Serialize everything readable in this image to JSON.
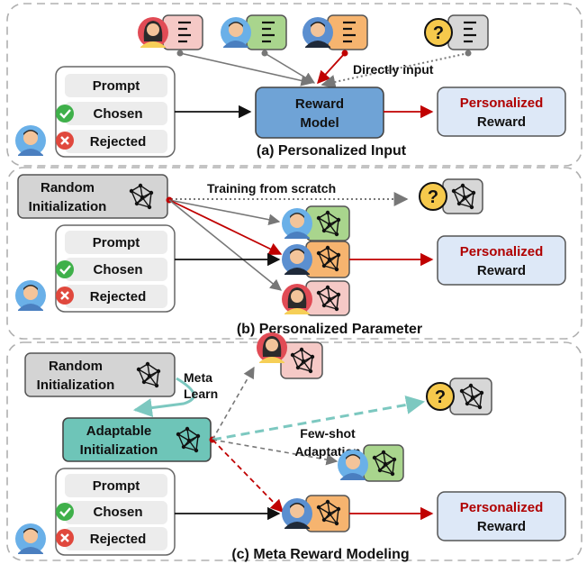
{
  "panels": [
    {
      "caption": "(a) Personalized Input",
      "prompt_label": "Prompt",
      "chosen_label": "Chosen",
      "rejected_label": "Rejected",
      "center_box": {
        "line1": "Reward",
        "line2": "Model"
      },
      "output_box": {
        "line1": "Personalized",
        "line2": "Reward"
      },
      "edge_label": "Directly input",
      "user_icons": [
        "woman-avatar-icon",
        "man-avatar-icon",
        "man-avatar-icon",
        "question-mark-icon"
      ],
      "icon_glyph": "document-lines-icon"
    },
    {
      "caption": "(b) Personalized Parameter",
      "prompt_label": "Prompt",
      "chosen_label": "Chosen",
      "rejected_label": "Rejected",
      "init_box": {
        "line1": "Random",
        "line2": "Initialization"
      },
      "output_box": {
        "line1": "Personalized",
        "line2": "Reward"
      },
      "edge_label": "Training from scratch",
      "icon_glyph": "network-graph-icon"
    },
    {
      "caption": "(c) Meta Reward Modeling",
      "prompt_label": "Prompt",
      "chosen_label": "Chosen",
      "rejected_label": "Rejected",
      "init_box": {
        "line1": "Random",
        "line2": "Initialization"
      },
      "adapt_box": {
        "line1": "Adaptable",
        "line2": "Initialization"
      },
      "output_box": {
        "line1": "Personalized",
        "line2": "Reward"
      },
      "meta_label": {
        "line1": "Meta",
        "line2": "Learn"
      },
      "fewshot_label": {
        "line1": "Few-shot",
        "line2": "Adaptation"
      },
      "icon_glyph": "network-graph-icon"
    }
  ],
  "colors": {
    "reward_model": "#6fa3d6",
    "output_box": "#dde8f7",
    "adapt_box": "#6ec5b8",
    "init_box": "#d4d4d4",
    "arrow_red": "#c00000",
    "arrow_teal": "#7cc8c0",
    "check_green": "#3fb04a",
    "cross_red": "#e0483d",
    "card_pink": "#f5c9c6",
    "card_blue": "#c4d6ef",
    "card_green": "#a9d58d",
    "card_orange": "#f6b46f",
    "card_gray": "#d7d7d7"
  }
}
